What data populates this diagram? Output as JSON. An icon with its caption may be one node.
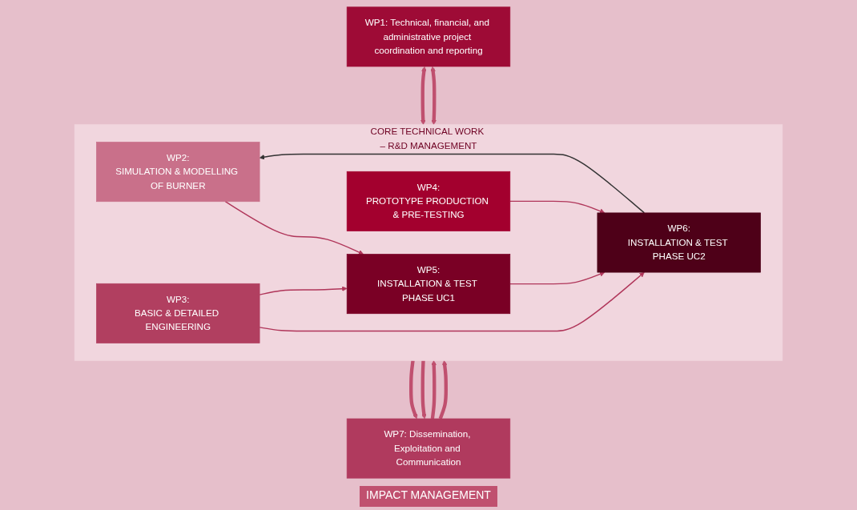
{
  "diagram": {
    "nodes": [
      {
        "text": [
          "WP1: Technical, financial, and administrative project coordination and reporting"
        ]
      },
      {
        "text": [
          "CORE TECHNICAL WORK – R&D MANAGEMENT"
        ]
      },
      {
        "text": [
          "WP2:",
          "SIMULATION & MODELLING OF BURNER"
        ],
        "in": 1
      },
      {
        "text": [
          "WP4:",
          "PROTOTYPE PRODUCTION & PRE-TESTING"
        ],
        "in": 1
      },
      {
        "text": [
          "WP6:",
          "INSTALLATION & TEST PHASE UC2"
        ],
        "in": 1
      },
      {
        "text": [
          "WP3:",
          "BASIC & DETAILED ENGINEERING"
        ],
        "in": 1
      },
      {
        "text": [
          "WP5:",
          "INSTALLATION & TEST PHASE UC1"
        ],
        "in": 1
      },
      {
        "text": [
          "WP7: Dissemination, Exploitation and Communication"
        ]
      }
    ],
    "edges": [
      {
        "from": 0,
        "to": 1,
        "arrow": "both",
        "style": "thick",
        "color": "#c0506f"
      },
      {
        "from": 0,
        "to": 1,
        "arrow": "both",
        "style": "thick",
        "color": "#c0506f"
      },
      {
        "from": 6,
        "to": 4,
        "arrow": "to"
      },
      {
        "from": 4,
        "to": 2,
        "arrow": "to",
        "color": "#333333"
      },
      {
        "from": 2,
        "to": 6,
        "arrow": "to"
      },
      {
        "from": 3,
        "to": 4,
        "arrow": "to"
      },
      {
        "from": 5,
        "to": 4,
        "arrow": "to"
      },
      {
        "from": 5,
        "to": 6,
        "arrow": "to"
      },
      {
        "from": 1,
        "to": 7,
        "arrow": "to",
        "style": "thick",
        "color": "#c0506f"
      },
      {
        "from": 1,
        "to": 7,
        "arrow": "to",
        "style": "thick",
        "color": "#c0506f"
      },
      {
        "from": 7,
        "to": 1,
        "arrow": "to",
        "style": "thick",
        "color": "#c0506f"
      },
      {
        "from": 7,
        "to": 1,
        "arrow": "to",
        "style": "thick",
        "color": "#c0506f"
      }
    ],
    "labels": [
      "IMPACT MANAGEMENT"
    ]
  }
}
